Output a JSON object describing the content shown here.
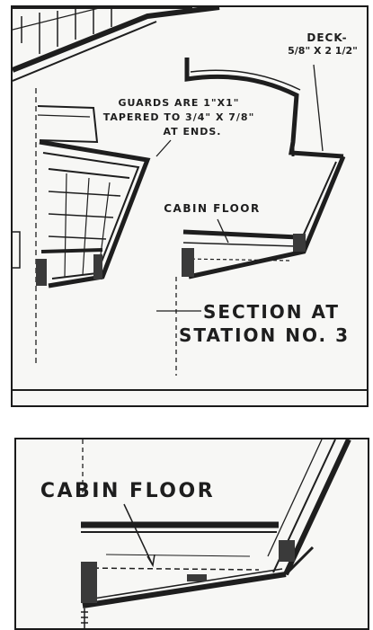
{
  "colors": {
    "ink": "#1e1e1e",
    "paper": "#f7f7f5",
    "shade": "#9a9a9a",
    "border": "#1a1a1a"
  },
  "top_panel": {
    "deck_label_line1": "DECK-",
    "deck_label_line2": "5/8\" X 2 1/2\"",
    "guards_line1": "GUARDS ARE 1\"X1\"",
    "guards_line2": "TAPERED TO 3/4\" X 7/8\"",
    "guards_line3": "AT ENDS.",
    "cabin_floor": "CABIN FLOOR",
    "section_line1": "SECTION AT",
    "section_line2": "STATION NO. 3"
  },
  "bottom_panel": {
    "cabin_floor": "CABIN FLOOR"
  }
}
